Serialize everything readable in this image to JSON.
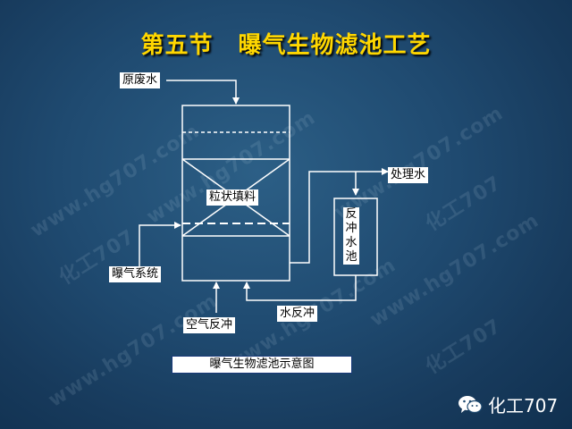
{
  "title": {
    "part1": "第五节",
    "part2": "曝气生物滤池工艺"
  },
  "labels": {
    "raw_water": "原废水",
    "granular_media": "粒状填料",
    "treated_water": "处理水",
    "backwash_tank_chars": [
      "反",
      "冲",
      "水",
      "池"
    ],
    "aeration_system": "曝气系统",
    "air_backwash": "空气反冲",
    "water_backwash": "水反冲"
  },
  "caption": "曝气生物滤池示意图",
  "watermark": {
    "url": "www.hg707.com",
    "logo": "化工707"
  },
  "brand": "化工707",
  "colors": {
    "title": "#ffd700",
    "line": "#ffffff",
    "label_bg": "#ffffff"
  },
  "icons": {
    "brand": "wechat-icon"
  }
}
